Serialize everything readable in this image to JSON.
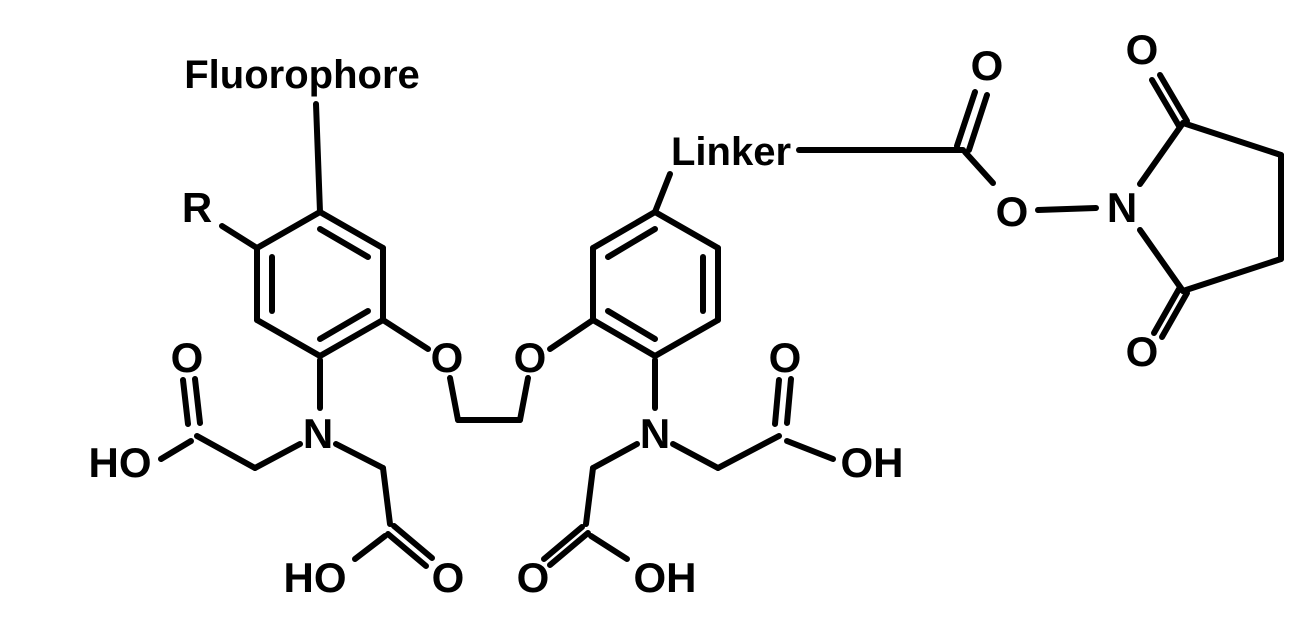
{
  "molecule": {
    "substituents": {
      "fluorophore": "Fluorophore",
      "r_group": "R",
      "linker": "Linker"
    },
    "atoms": {
      "oxygen": "O",
      "nitrogen": "N",
      "ho": "HO",
      "oh": "OH"
    },
    "colors": {
      "bond": "#000000",
      "background": "#ffffff"
    }
  }
}
